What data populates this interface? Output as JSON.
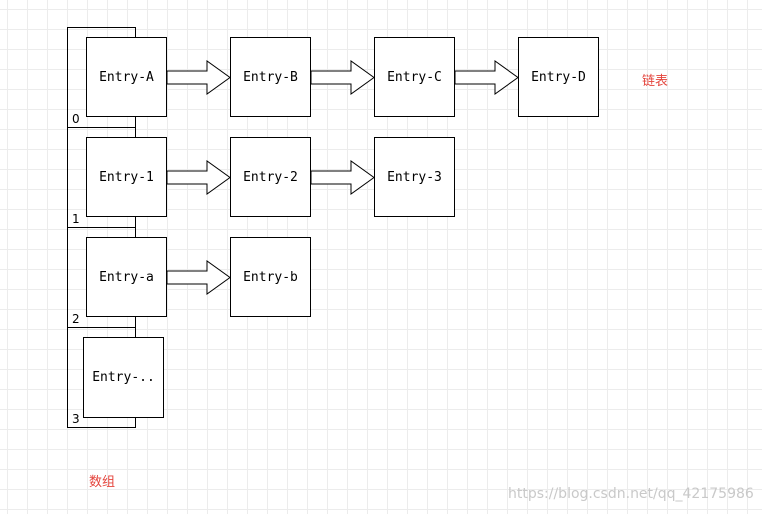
{
  "array": {
    "indices": [
      "0",
      "1",
      "2",
      "3"
    ],
    "label": "数组"
  },
  "chains": [
    [
      "Entry-A",
      "Entry-B",
      "Entry-C",
      "Entry-D"
    ],
    [
      "Entry-1",
      "Entry-2",
      "Entry-3"
    ],
    [
      "Entry-a",
      "Entry-b"
    ],
    [
      "Entry-.."
    ]
  ],
  "linked_list_label": "链表",
  "watermark": "https://blog.csdn.net/qq_42175986",
  "colors": {
    "label": "#e4443c",
    "grid": "#ececec",
    "line": "#000000"
  }
}
